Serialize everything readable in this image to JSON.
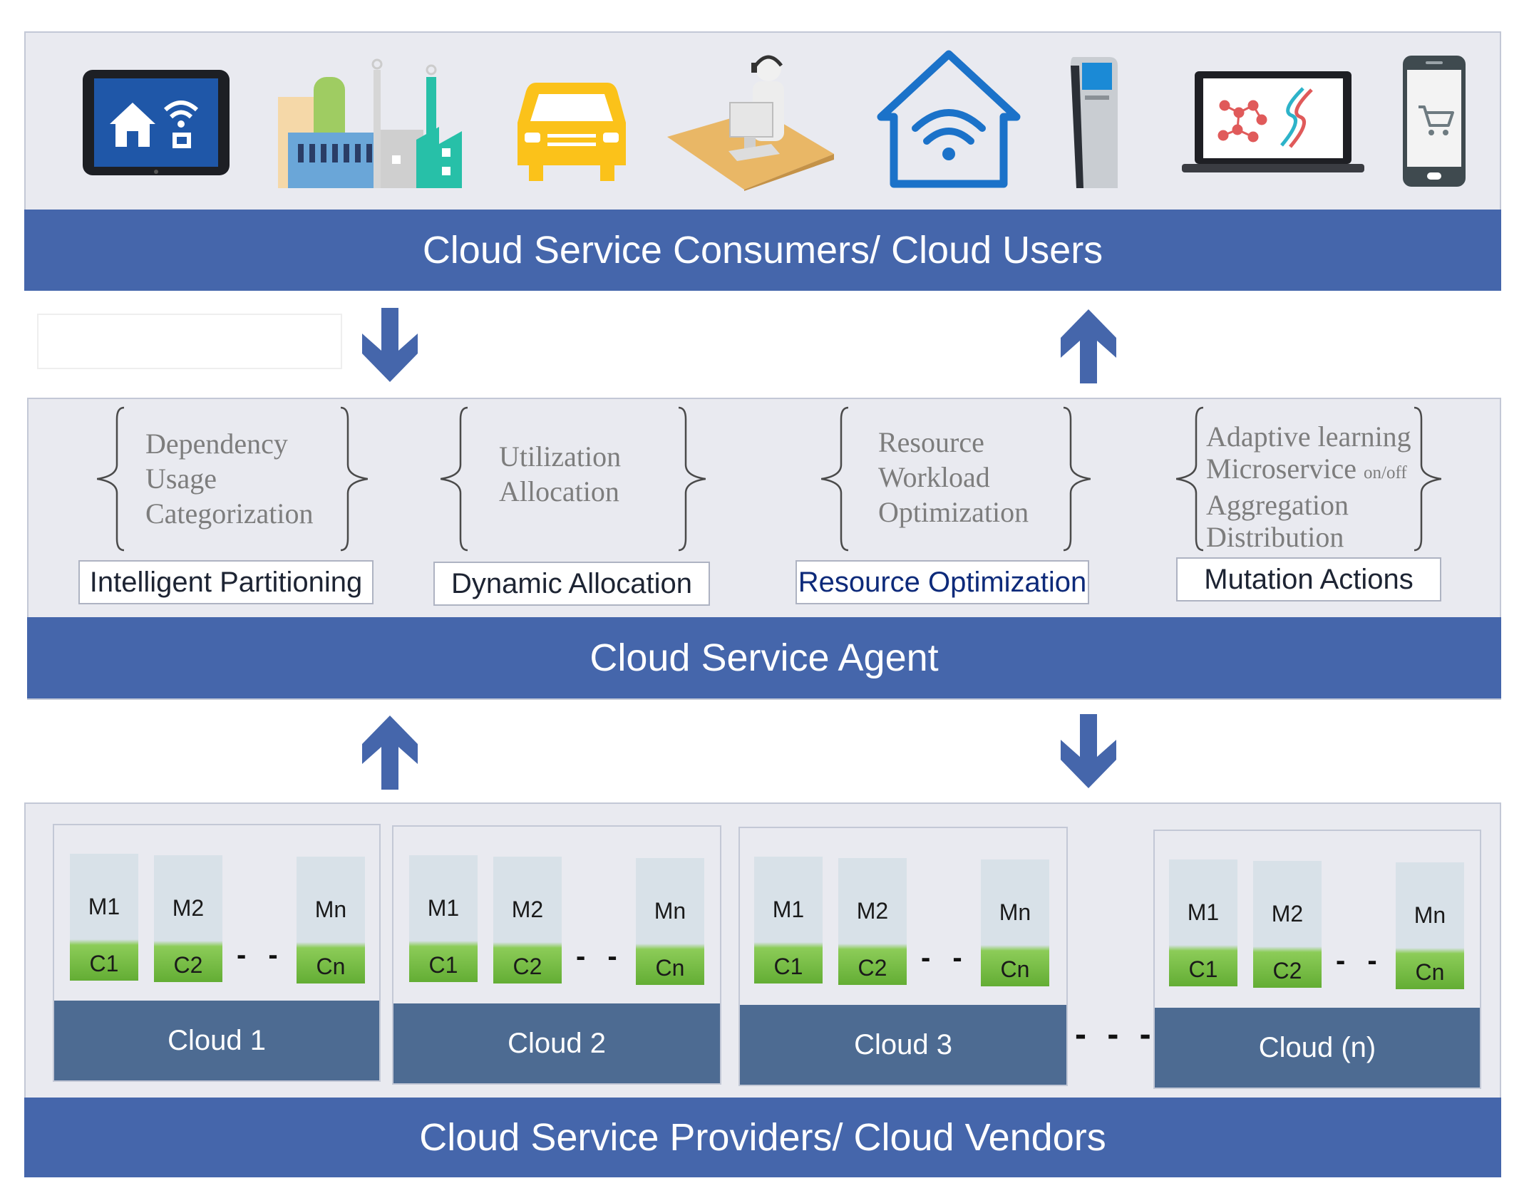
{
  "colors": {
    "bar": "#4566ab",
    "panel": "#e9eaf0",
    "cloud_label": "#4d6b92",
    "arrow": "#4566ab",
    "container": "#63ad34"
  },
  "consumers": {
    "title": "Cloud Service Consumers/ Cloud Users",
    "icons": [
      "tablet-smart-home-icon",
      "factory-icon",
      "car-icon",
      "call-center-agent-icon",
      "wifi-home-icon",
      "kiosk-icon",
      "laptop-research-icon",
      "phone-shopping-cart-icon"
    ]
  },
  "agent": {
    "title": "Cloud Service Agent",
    "modules": [
      {
        "lines": [
          "Dependency",
          "Usage",
          "Categorization"
        ],
        "label": "Intelligent Partitioning"
      },
      {
        "lines": [
          "Utilization",
          "Allocation"
        ],
        "label": "Dynamic Allocation"
      },
      {
        "lines": [
          "Resource",
          "Workload",
          "Optimization"
        ],
        "label": "Resource Optimization"
      },
      {
        "lines": [
          "Adaptive learning",
          "Microservice",
          "Aggregation",
          "Distribution"
        ],
        "small": "on/off",
        "label": "Mutation Actions"
      }
    ]
  },
  "providers": {
    "title": "Cloud Service Providers/ Cloud Vendors",
    "clouds": [
      {
        "name": "Cloud 1",
        "micro": [
          [
            "M1",
            "C1"
          ],
          [
            "M2",
            "C2"
          ],
          [
            "Mn",
            "Cn"
          ]
        ]
      },
      {
        "name": "Cloud 2",
        "micro": [
          [
            "M1",
            "C1"
          ],
          [
            "M2",
            "C2"
          ],
          [
            "Mn",
            "Cn"
          ]
        ]
      },
      {
        "name": "Cloud 3",
        "micro": [
          [
            "M1",
            "C1"
          ],
          [
            "M2",
            "C2"
          ],
          [
            "Mn",
            "Cn"
          ]
        ]
      },
      {
        "name": "Cloud (n)",
        "micro": [
          [
            "M1",
            "C1"
          ],
          [
            "M2",
            "C2"
          ],
          [
            "Mn",
            "Cn"
          ]
        ]
      }
    ],
    "ellipsis": "- -",
    "between": "- - -"
  }
}
